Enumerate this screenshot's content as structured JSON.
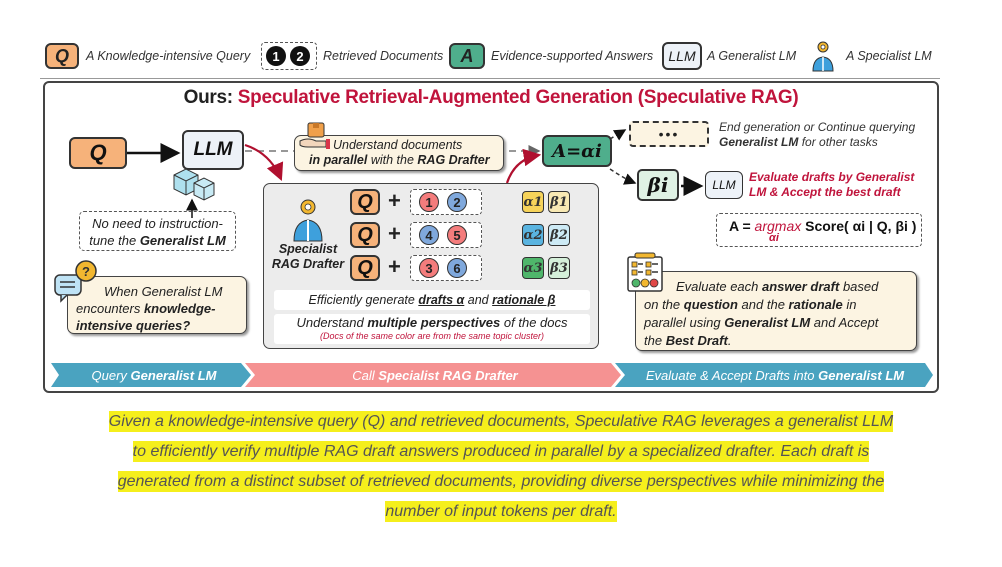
{
  "legend": {
    "query": {
      "glyph": "Q",
      "label": "A Knowledge-intensive Query"
    },
    "docs": {
      "glyphs": [
        "1",
        "2"
      ],
      "label": "Retrieved Documents"
    },
    "answer": {
      "glyph": "A",
      "label": "Evidence-supported Answers"
    },
    "generalist": {
      "glyph": "LLM",
      "label": "A Generalist LM"
    },
    "specialist": {
      "icon": "specialist-person-gear-icon",
      "label": "A Specialist LM"
    }
  },
  "diagram": {
    "title_prefix": "Ours:",
    "title_main": "Speculative Retrieval-Augmented Generation (Speculative RAG)",
    "left": {
      "query": "Q",
      "llm": "LLM",
      "note_line1": "No need to instruction-",
      "note_line2_pre": "tune the ",
      "note_line2_bold": "Generalist LM",
      "question_line1": "When Generalist LM",
      "question_line2_pre": "encounters ",
      "question_line2_bold": "knowledge-",
      "question_line3_bold": "intensive queries?",
      "question_icon": "?"
    },
    "parallel_note": {
      "line1": "Understand documents",
      "line2_bold1": "in parallel",
      "line2_mid": " with the ",
      "line2_bold2": "RAG Drafter"
    },
    "drafter": {
      "label_line1": "Specialist",
      "label_line2": "RAG Drafter",
      "rows": [
        {
          "query": "Q",
          "plus": "+",
          "docs": [
            {
              "n": "1",
              "color": "red"
            },
            {
              "n": "2",
              "color": "blue"
            }
          ],
          "alpha": "α1",
          "beta": "β1",
          "alpha_color": "#f6d35a",
          "beta_color": "#f8e9b4"
        },
        {
          "query": "Q",
          "plus": "+",
          "docs": [
            {
              "n": "4",
              "color": "blue"
            },
            {
              "n": "5",
              "color": "red"
            }
          ],
          "alpha": "α2",
          "beta": "β2",
          "alpha_color": "#5ab4e0",
          "beta_color": "#cdeaf5"
        },
        {
          "query": "Q",
          "plus": "+",
          "docs": [
            {
              "n": "3",
              "color": "red"
            },
            {
              "n": "6",
              "color": "blue"
            }
          ],
          "alpha": "α3",
          "beta": "β3",
          "alpha_color": "#4fb66b",
          "beta_color": "#d5f0da"
        }
      ],
      "gen_pre": "Efficiently generate ",
      "gen_drafts": "drafts α",
      "gen_mid": " and ",
      "gen_rationale": "rationale β",
      "persp_pre": "Understand ",
      "persp_bold": "multiple perspectives",
      "persp_post": " of the docs",
      "persp_note": "(Docs of the same color are from the same topic cluster)"
    },
    "right": {
      "answer": "A=αi",
      "ellipsis": "•••",
      "end_line1": "End generation or Continue querying",
      "end_line2_bold": "Generalist LM",
      "end_line2_post": " for other tasks",
      "beta": "βi",
      "llm": "LLM",
      "eval_red_line1": "Evaluate drafts by Generalist",
      "eval_red_line2": "LM & Accept the best draft",
      "formula_pre": "A = ",
      "formula_argmax": "argmax",
      "formula_sub": "αi",
      "formula_post": " Score( αi | Q, βi )",
      "box_l1_pre": "Evaluate each ",
      "box_l1_bold": "answer draft",
      "box_l1_post": " based",
      "box_l2_pre": "on the ",
      "box_l2_bold1": "question",
      "box_l2_mid": " and the ",
      "box_l2_bold2": "rationale",
      "box_l2_post": " in",
      "box_l3_pre": "parallel using ",
      "box_l3_bold": "Generalist LM",
      "box_l3_post": " and Accept",
      "box_l4_pre": "the ",
      "box_l4_bold": "Best Draft",
      "box_l4_post": "."
    },
    "stages": [
      {
        "pre": "Query ",
        "bold": "Generalist LM",
        "post": "",
        "color": "#4aa3c0"
      },
      {
        "pre": "Call ",
        "bold": "Specialist RAG Drafter",
        "post": "",
        "color": "#f59292"
      },
      {
        "pre": "Evaluate & Accept Drafts into ",
        "bold": "Generalist LM",
        "post": "",
        "color": "#4aa3c0"
      }
    ]
  },
  "caption": {
    "lines": [
      "Given a knowledge-intensive query (Q) and retrieved documents, Speculative RAG leverages a generalist LLM",
      "to efficiently verify multiple RAG draft answers produced in parallel by a specialized drafter. Each draft is",
      "generated from a distinct subset of retrieved documents, providing diverse perspectives while minimizing the",
      "number of input tokens per draft."
    ],
    "highlight_color": "#f5ef1c"
  }
}
